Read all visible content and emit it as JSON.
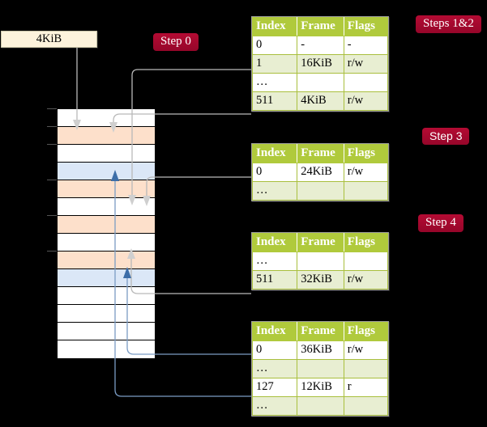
{
  "diagram": {
    "title_hidden": "Multi-level page table walk",
    "source_box": {
      "label": "4KiB"
    },
    "badges": [
      {
        "name": "step-0",
        "label": "Step 0",
        "style": "serif"
      },
      {
        "name": "steps-1-2",
        "label": "Steps 1&2",
        "style": "serif"
      },
      {
        "name": "step-3",
        "label": "Step 3",
        "style": "sans"
      },
      {
        "name": "step-4",
        "label": "Step 4",
        "style": "serif"
      }
    ],
    "tables": [
      {
        "name": "page-table-level-0",
        "headers": [
          "Index",
          "Frame",
          "Flags"
        ],
        "rows": [
          {
            "cells": [
              "0",
              "-",
              "-"
            ],
            "shade": "plain",
            "highlight": false
          },
          {
            "cells": [
              "1",
              "16KiB",
              "r/w"
            ],
            "shade": "alt",
            "highlight": false
          },
          {
            "cells": [
              "…",
              "",
              ""
            ],
            "shade": "plain",
            "highlight": false
          },
          {
            "cells": [
              "511",
              "4KiB",
              "r/w"
            ],
            "shade": "alt",
            "highlight": true
          }
        ]
      },
      {
        "name": "page-table-level-1",
        "headers": [
          "Index",
          "Frame",
          "Flags"
        ],
        "rows": [
          {
            "cells": [
              "0",
              "24KiB",
              "r/w"
            ],
            "shade": "plain",
            "highlight": false
          },
          {
            "cells": [
              "…",
              "",
              ""
            ],
            "shade": "alt",
            "highlight": false
          }
        ]
      },
      {
        "name": "page-table-level-2",
        "headers": [
          "Index",
          "Frame",
          "Flags"
        ],
        "rows": [
          {
            "cells": [
              "…",
              "",
              ""
            ],
            "shade": "plain",
            "highlight": false
          },
          {
            "cells": [
              "511",
              "32KiB",
              "r/w"
            ],
            "shade": "alt",
            "highlight": false
          }
        ]
      },
      {
        "name": "page-table-level-3",
        "headers": [
          "Index",
          "Frame",
          "Flags"
        ],
        "rows": [
          {
            "cells": [
              "0",
              "36KiB",
              "r/w"
            ],
            "shade": "plain",
            "highlight": false
          },
          {
            "cells": [
              "…",
              "",
              ""
            ],
            "shade": "alt",
            "highlight": false
          },
          {
            "cells": [
              "127",
              "12KiB",
              "r"
            ],
            "shade": "plain",
            "highlight": false
          },
          {
            "cells": [
              "…",
              "",
              ""
            ],
            "shade": "alt",
            "highlight": false
          }
        ]
      }
    ],
    "memory_column": {
      "name": "physical-memory-column",
      "frames": [
        {
          "fill": "white"
        },
        {
          "fill": "orange"
        },
        {
          "fill": "white"
        },
        {
          "fill": "blue"
        },
        {
          "fill": "orange"
        },
        {
          "fill": "white"
        },
        {
          "fill": "orange"
        },
        {
          "fill": "white"
        },
        {
          "fill": "orange"
        },
        {
          "fill": "blue"
        },
        {
          "fill": "white"
        },
        {
          "fill": "white"
        },
        {
          "fill": "white"
        },
        {
          "fill": "white"
        }
      ]
    },
    "colors": {
      "badge": "#a6082e",
      "table_header": "#b0ca3c",
      "table_alt_row": "#e8eed2",
      "highlight": "#ffffa8",
      "frame_orange": "#fde0cb",
      "frame_blue": "#dbe7f7",
      "source_box": "#fdf3dc",
      "grey_wire": "#b9b9b9",
      "blue_wire": "#7b9cc4",
      "background": "#000000"
    }
  }
}
